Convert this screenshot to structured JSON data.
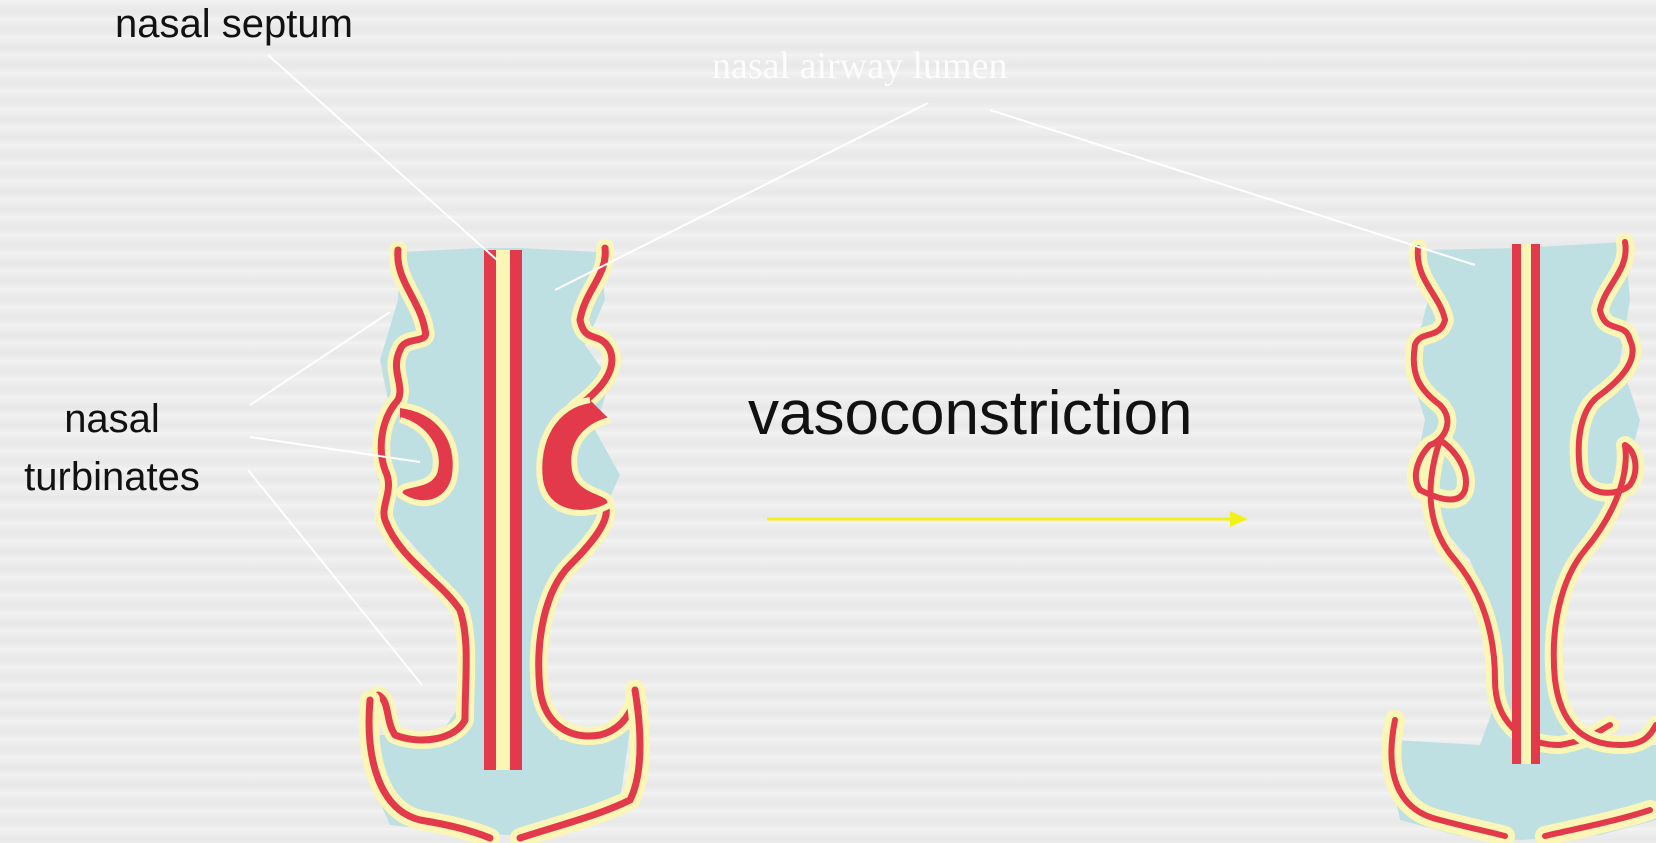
{
  "labels": {
    "nasal_septum": "nasal septum",
    "nasal_airway_lumen": "nasal airway lumen",
    "nasal_turbinates_line1": "nasal",
    "nasal_turbinates_line2": "turbinates",
    "vasoconstriction": "vasoconstriction"
  },
  "colors": {
    "tissue_red": "#e23a4a",
    "mucosa_yellow": "#fbf6b5",
    "lumen_blue": "#bfe0e2",
    "arrow_yellow": "#f2f21a",
    "leader_white": "#ffffff"
  }
}
